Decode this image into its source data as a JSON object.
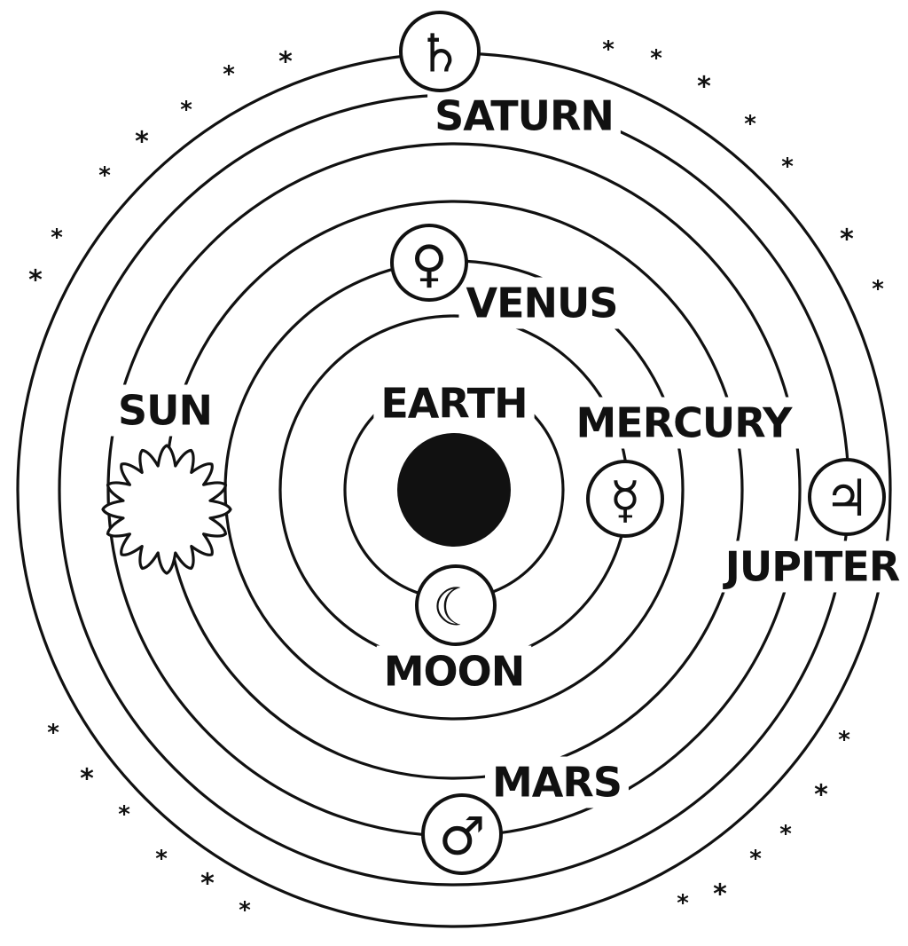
{
  "colors": {
    "ink": "#111111",
    "paper": "#ffffff"
  },
  "diagram": {
    "center_body": {
      "name": "EARTH",
      "icon": "filled-black-disc"
    },
    "bodies": [
      {
        "key": "moon",
        "name": "MOON",
        "symbol": "☾",
        "icon": "crescent-moon-icon"
      },
      {
        "key": "mercury",
        "name": "MERCURY",
        "symbol": "☿",
        "icon": "mercury-symbol-icon"
      },
      {
        "key": "venus",
        "name": "VENUS",
        "symbol": "♀",
        "icon": "venus-symbol-icon"
      },
      {
        "key": "sun",
        "name": "SUN",
        "symbol": "☼",
        "icon": "sun-icon"
      },
      {
        "key": "mars",
        "name": "MARS",
        "symbol": "♂",
        "icon": "mars-symbol-icon"
      },
      {
        "key": "jupiter",
        "name": "JUPITER",
        "symbol": "♃",
        "icon": "jupiter-symbol-icon"
      },
      {
        "key": "saturn",
        "name": "SATURN",
        "symbol": "♄",
        "icon": "saturn-symbol-icon"
      }
    ],
    "star_glyph": "*"
  }
}
